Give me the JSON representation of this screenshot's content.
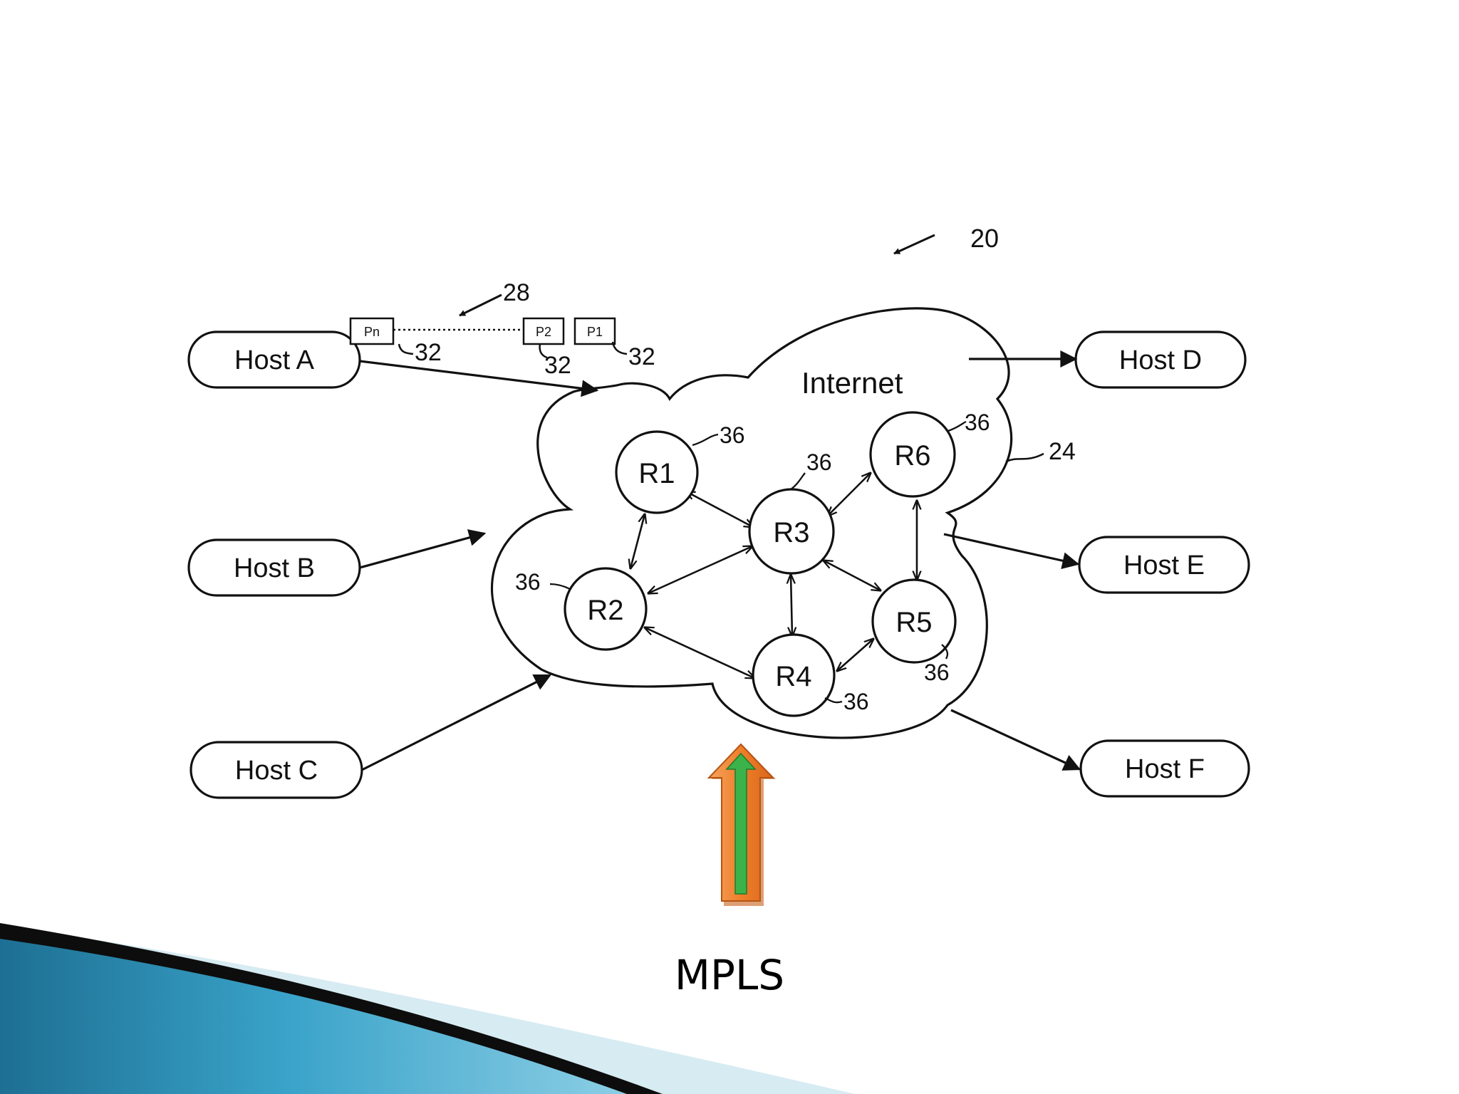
{
  "diagram": {
    "figure_ref": "20",
    "network_label": "Internet",
    "network_ref": "24",
    "packet_stream_ref": "28",
    "hosts": {
      "a": "Host A",
      "b": "Host B",
      "c": "Host C",
      "d": "Host D",
      "e": "Host E",
      "f": "Host F"
    },
    "packets": {
      "pn": "Pn",
      "p2": "P2",
      "p1": "P1"
    },
    "packet_refs": {
      "pn": "32",
      "p2": "32",
      "p1": "32"
    },
    "routers": {
      "r1": "R1",
      "r2": "R2",
      "r3": "R3",
      "r4": "R4",
      "r5": "R5",
      "r6": "R6"
    },
    "router_refs": {
      "r1": "36",
      "r2": "36",
      "r3": "36",
      "r4": "36",
      "r5": "36",
      "r6": "36"
    }
  },
  "caption": "MPLS",
  "colors": {
    "ink": "#111111",
    "arrow_orange": "#f08a3c",
    "arrow_green": "#3cb34a",
    "band_blue": "#2b8fb8",
    "band_light": "#cfe6ef"
  }
}
